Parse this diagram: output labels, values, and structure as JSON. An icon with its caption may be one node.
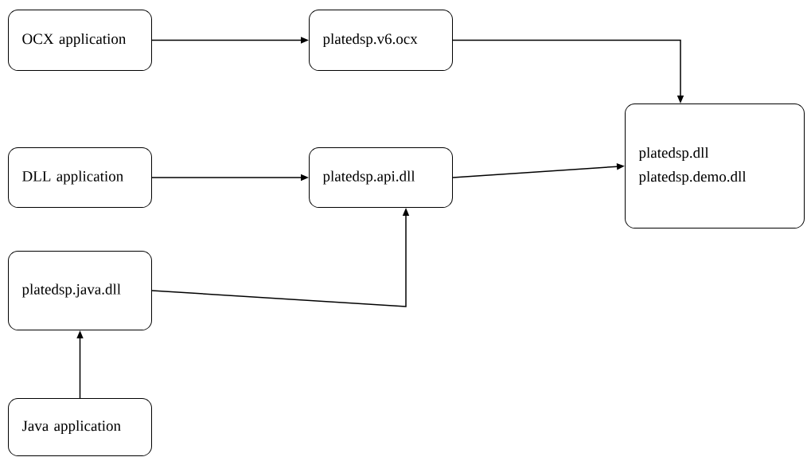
{
  "diagram": {
    "nodes": [
      {
        "text": [
          "OCX application"
        ]
      },
      {
        "text": [
          "platedsp.v6.ocx"
        ]
      },
      {
        "text": [
          "DLL application"
        ]
      },
      {
        "text": [
          "platedsp.api.dll"
        ]
      },
      {
        "text": [
          "platedsp.dll",
          "platedsp.demo.dll"
        ]
      },
      {
        "text": [
          "platedsp.java.dll"
        ]
      },
      {
        "text": [
          "Java application"
        ]
      }
    ],
    "edges": [
      {
        "from": 0,
        "to": 1,
        "arrow": "to"
      },
      {
        "from": 1,
        "to": 4,
        "arrow": "to"
      },
      {
        "from": 2,
        "to": 3,
        "arrow": "to"
      },
      {
        "from": 3,
        "to": 4,
        "arrow": "to"
      },
      {
        "from": 5,
        "to": 3,
        "arrow": "to"
      },
      {
        "from": 6,
        "to": 5,
        "arrow": "to"
      }
    ]
  }
}
